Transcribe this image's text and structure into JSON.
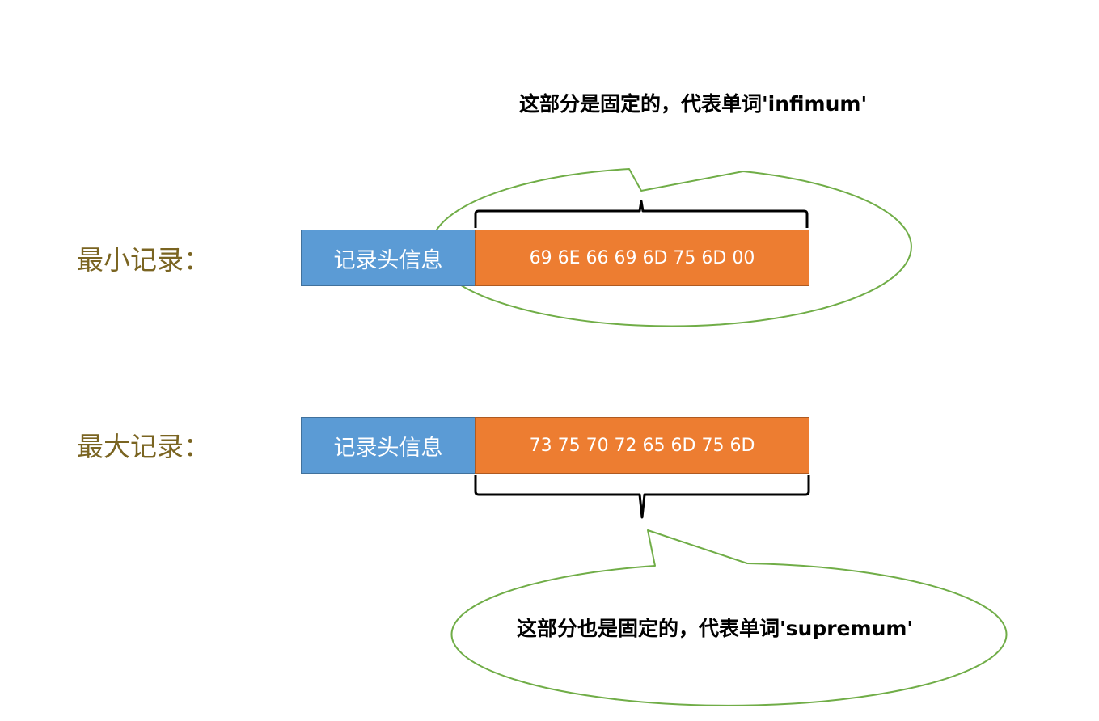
{
  "records": {
    "min": {
      "label": "最小记录：",
      "header_field": "记录头信息",
      "payload_hex": "69 6E 66 69 6D 75 6D 00"
    },
    "max": {
      "label": "最大记录：",
      "header_field": "记录头信息",
      "payload_hex": "73 75 70 72 65 6D 75 6D"
    }
  },
  "callouts": {
    "infimum": "这部分是固定的，代表单词'infimum'",
    "supremum": "这部分也是固定的，代表单词'supremum'"
  },
  "colors": {
    "label_text": "#7a6421",
    "header_fill": "#5b9bd5",
    "payload_fill": "#ed7d31",
    "callout_outline": "#70ad47"
  }
}
